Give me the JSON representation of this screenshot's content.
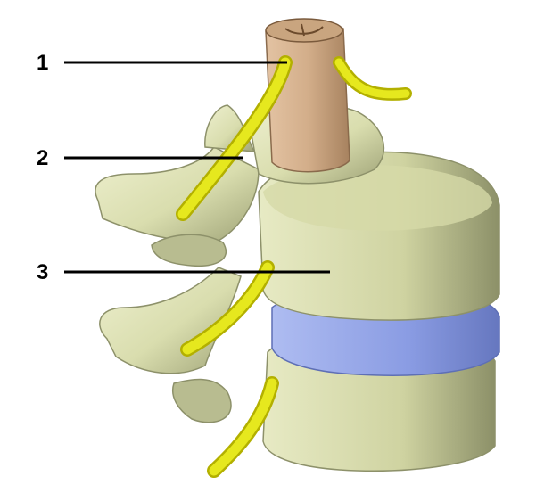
{
  "labels": [
    {
      "number": "1"
    },
    {
      "number": "2"
    },
    {
      "number": "3"
    }
  ],
  "colors": {
    "bone": "#dfe3b8",
    "bone_shadow": "#a9ad80",
    "bone_dark": "#7f8460",
    "disc": "#8e9fe6",
    "disc_light": "#b7c4f2",
    "nerve": "#e6e81e",
    "nerve_dark": "#b3b000",
    "cord": "#d2b08f",
    "cord_dark": "#9a7656",
    "leader_line": "#000000"
  }
}
